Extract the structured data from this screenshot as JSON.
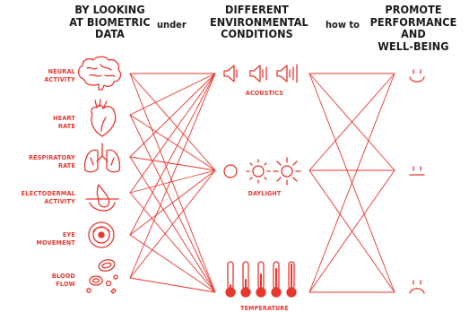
{
  "headers": {
    "col1": [
      "BY LOOKING",
      "AT BIOMETRIC",
      "DATA"
    ],
    "connector1": "under",
    "col2": [
      "DIFFERENT",
      "ENVIRONMENTAL",
      "CONDITIONS"
    ],
    "connector2": "how to",
    "col3": [
      "PROMOTE",
      "PERFORMANCE AND",
      "WELL-BEING"
    ]
  },
  "biometrics": [
    {
      "label": [
        "NEURAL",
        "ACTIVITY"
      ],
      "icon": "brain-icon"
    },
    {
      "label": [
        "HEART",
        "RATE"
      ],
      "icon": "heart-icon"
    },
    {
      "label": [
        "RESPIRATORY",
        "RATE"
      ],
      "icon": "lungs-icon"
    },
    {
      "label": [
        "ELECTODERMAL",
        "ACTIVITY"
      ],
      "icon": "skin-icon"
    },
    {
      "label": [
        "EYE",
        "MOVEMENT"
      ],
      "icon": "eye-icon"
    },
    {
      "label": [
        "BLOOD",
        "FLOW"
      ],
      "icon": "blood-cells-icon"
    }
  ],
  "conditions": [
    {
      "label": "ACOUSTICS",
      "icon": "speaker-icon"
    },
    {
      "label": "DAYLIGHT",
      "icon": "sun-icon"
    },
    {
      "label": "TEMPERATURE",
      "icon": "thermometer-icon"
    }
  ],
  "outcomes": [
    {
      "icon": "happy-face-icon"
    },
    {
      "icon": "neutral-face-icon"
    },
    {
      "icon": "sad-face-icon"
    }
  ],
  "colors": {
    "accent": "#e8372f",
    "text": "#1a1a1a"
  }
}
